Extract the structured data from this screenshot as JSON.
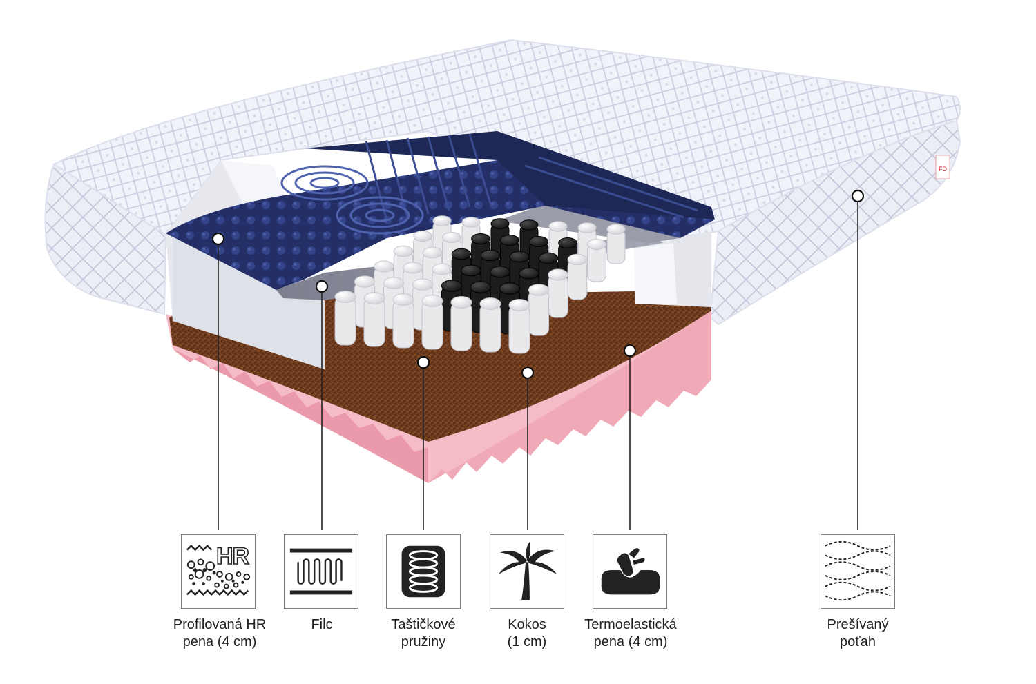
{
  "layers": [
    {
      "id": "hr-foam",
      "label_lines": [
        "Profilovaná HR",
        "pena (4 cm)"
      ],
      "icon": "hr-foam-icon"
    },
    {
      "id": "felt",
      "label_lines": [
        "Filc"
      ],
      "icon": "felt-icon"
    },
    {
      "id": "pocket-springs",
      "label_lines": [
        "Taštičkové",
        "pružiny"
      ],
      "icon": "spring-icon"
    },
    {
      "id": "coconut",
      "label_lines": [
        "Kokos",
        "(1 cm)"
      ],
      "icon": "palm-tree-icon"
    },
    {
      "id": "memory-foam",
      "label_lines": [
        "Termoelastická",
        "pena (4 cm)"
      ],
      "icon": "hand-foam-icon"
    },
    {
      "id": "quilted-cover",
      "label_lines": [
        "Prešívaný",
        "poťah"
      ],
      "icon": "quilted-cover-icon"
    }
  ],
  "icon_text": {
    "hr": "HR"
  },
  "colors": {
    "cover": "#eef0f8",
    "navy_foam": "#1f2a5c",
    "pink_foam": "#f4b8c4",
    "coconut": "#6b3a1f",
    "white_spring": "#f2f2f2",
    "black_spring": "#1c1c1c",
    "side_foam": "#e2e4ea"
  }
}
